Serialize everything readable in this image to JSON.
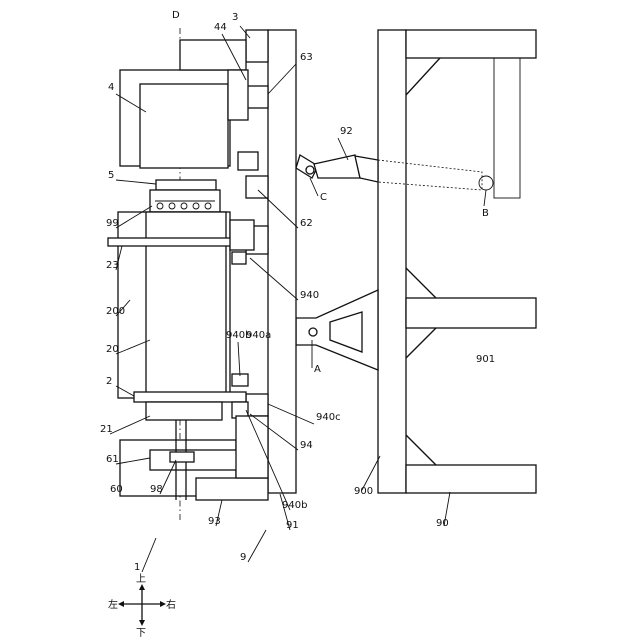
{
  "labels": {
    "D": "D",
    "n3": "3",
    "n44": "44",
    "n63": "63",
    "n4": "4",
    "n92": "92",
    "n5": "5",
    "C": "C",
    "B": "B",
    "n99": "99",
    "n62": "62",
    "n23": "23",
    "n200": "200",
    "n940": "940",
    "n940b_top": "940b",
    "n940a": "940a",
    "n20": "20",
    "n901": "901",
    "A": "A",
    "n2": "2",
    "n940c": "940c",
    "n21": "21",
    "n94": "94",
    "n61": "61",
    "n900": "900",
    "n60": "60",
    "n98": "98",
    "n940b_bot": "940b",
    "n93": "93",
    "n91": "91",
    "n90": "90",
    "n9": "9",
    "n1": "1"
  },
  "legend": {
    "up": "上",
    "down": "下",
    "left": "左",
    "right": "右"
  }
}
